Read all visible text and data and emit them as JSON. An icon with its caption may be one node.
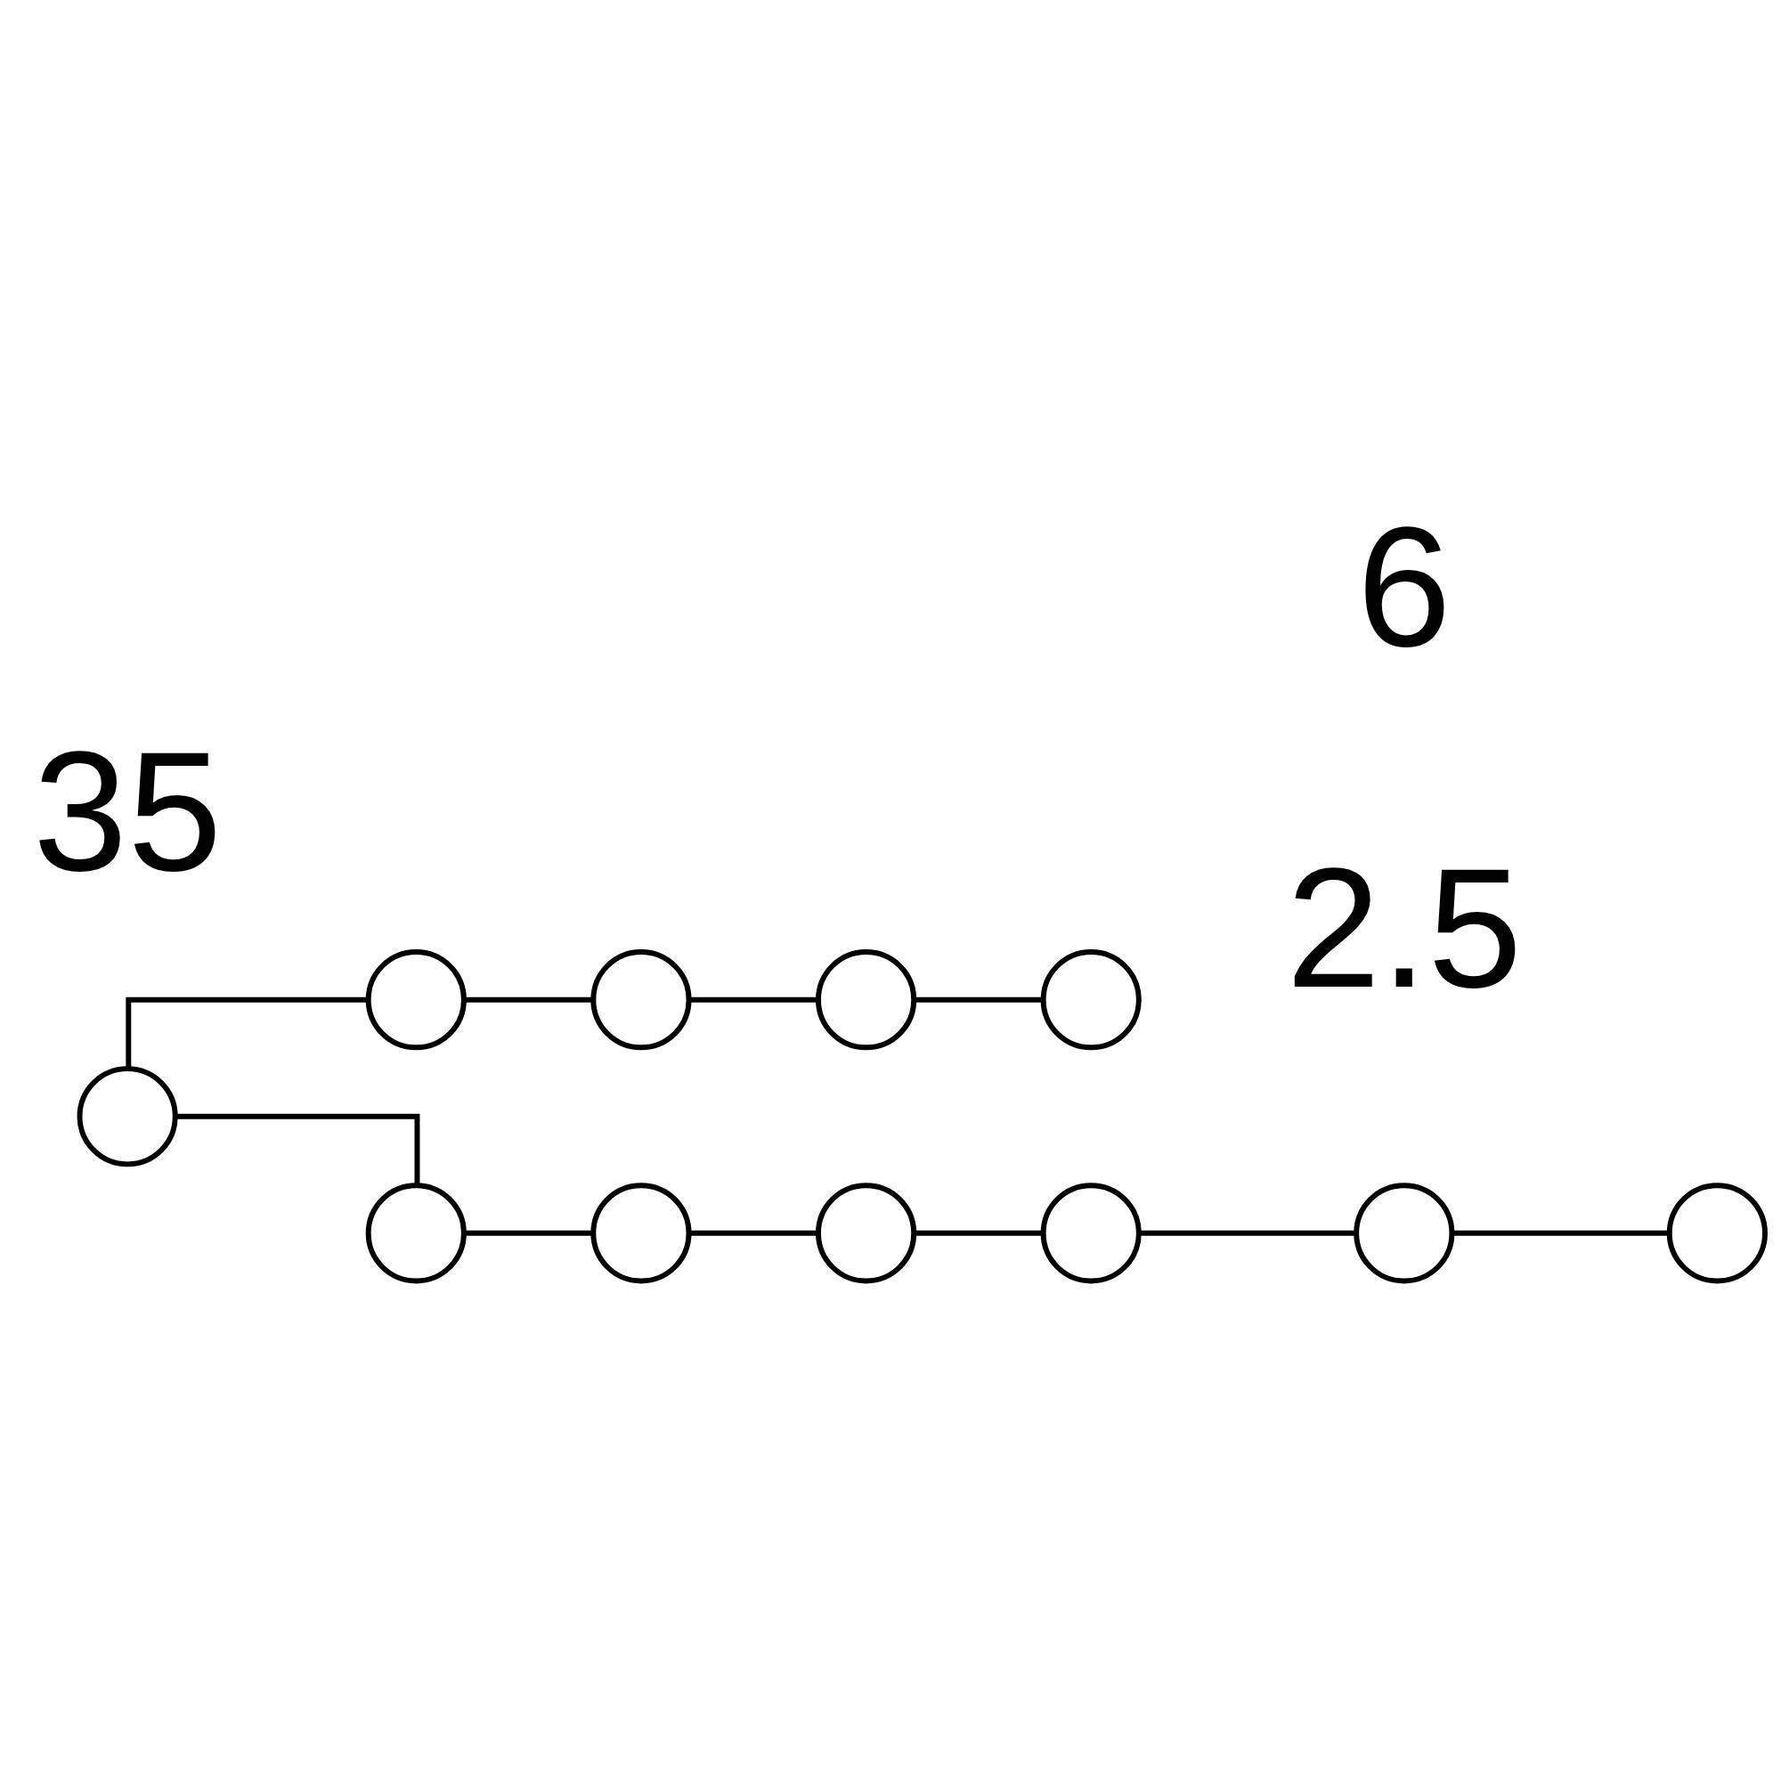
{
  "diagram": {
    "nodes": [
      {
        "text": [],
        "shape": "circle"
      },
      {
        "text": [],
        "shape": "circle"
      },
      {
        "text": [],
        "shape": "circle"
      },
      {
        "text": [],
        "shape": "circle"
      },
      {
        "text": [],
        "shape": "circle"
      },
      {
        "text": [],
        "shape": "circle"
      },
      {
        "text": [],
        "shape": "circle"
      },
      {
        "text": [],
        "shape": "circle"
      },
      {
        "text": [],
        "shape": "circle"
      },
      {
        "text": [],
        "shape": "circle"
      },
      {
        "text": [],
        "shape": "circle"
      }
    ],
    "edges": [
      {
        "from": 0,
        "to": 1,
        "arrow": "none"
      },
      {
        "from": 1,
        "to": 2,
        "arrow": "none"
      },
      {
        "from": 2,
        "to": 3,
        "arrow": "none"
      },
      {
        "from": 4,
        "to": 0,
        "arrow": "none"
      },
      {
        "from": 4,
        "to": 5,
        "arrow": "none"
      },
      {
        "from": 5,
        "to": 6,
        "arrow": "none"
      },
      {
        "from": 6,
        "to": 7,
        "arrow": "none"
      },
      {
        "from": 7,
        "to": 8,
        "arrow": "none"
      },
      {
        "from": 8,
        "to": 9,
        "arrow": "none"
      },
      {
        "from": 9,
        "to": 10,
        "arrow": "none"
      }
    ],
    "labels": [
      "6",
      "35",
      "2.5"
    ]
  }
}
